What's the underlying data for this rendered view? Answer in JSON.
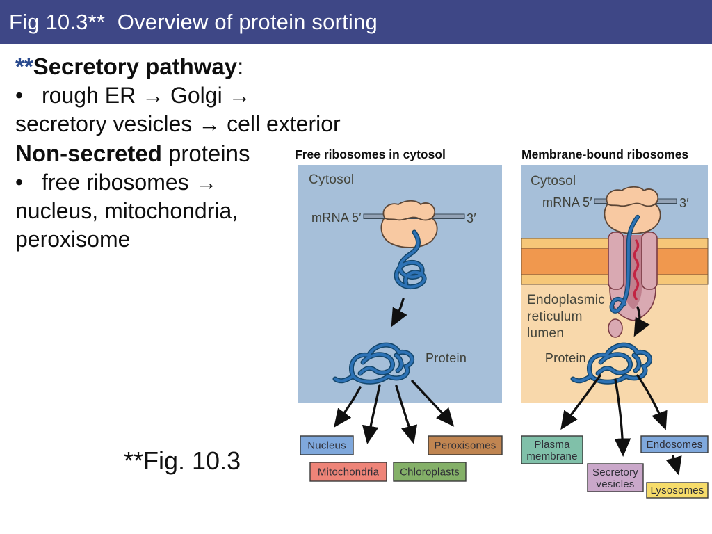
{
  "title_bar": {
    "text": "Fig 10.3**  Overview of protein sorting"
  },
  "body_text": {
    "bullet": "•",
    "line1": {
      "stars": "**",
      "bold": "Secretory pathway",
      "tail": ":"
    },
    "line2": "rough ER → Golgi →",
    "line3": "secretory vesicles → cell exterior",
    "line4": {
      "bold": "Non-secreted",
      "tail": " proteins"
    },
    "line5": "free ribosomes →",
    "line6": "nucleus, mitochondria,",
    "line7": "peroxisome",
    "caption": "**Fig. 10.3"
  },
  "left_panel": {
    "title": "Free ribosomes in cytosol",
    "cytosol_label": "Cytosol",
    "mrna_label": "mRNA",
    "five_prime": "5′",
    "three_prime": "3′",
    "protein_label": "Protein",
    "boxes": {
      "nucleus": "Nucleus",
      "mitochondria": "Mitochondria",
      "chloroplasts": "Chloroplasts",
      "peroxisomes": "Peroxisomes"
    }
  },
  "right_panel": {
    "title": "Membrane-bound ribosomes",
    "cytosol_label": "Cytosol",
    "mrna_label": "mRNA",
    "five_prime": "5′",
    "three_prime": "3′",
    "er_lumen_line1": "Endoplasmic",
    "er_lumen_line2": "reticulum",
    "er_lumen_line3": "lumen",
    "protein_label": "Protein",
    "boxes": {
      "plasma_membrane_line1": "Plasma",
      "plasma_membrane_line2": "membrane",
      "secretory_line1": "Secretory",
      "secretory_line2": "vesicles",
      "endosomes": "Endosomes",
      "lysosomes": "Lysosomes"
    }
  },
  "colors": {
    "title_bar_bg": "#3E4786",
    "stars_blue": "#2B4B8F",
    "cytosol_blue": "#A6BFD9",
    "membrane_outer": "#F6C778",
    "membrane_core": "#F0984E",
    "er_lumen_peach": "#F8D8AB",
    "ribosome_peach": "#F8C9A2",
    "mrna_bar": "#93A2B5",
    "protein_blue": "#2D72B5",
    "signal_red": "#C22443",
    "translocon_pink": "#D9A9B2",
    "translocon_channel": "#C0808E",
    "box_nucleus": "#7FA8DC",
    "box_mitochondria": "#EE8478",
    "box_chloroplasts": "#84B068",
    "box_peroxisomes": "#C08551",
    "box_plasma": "#80C0A9",
    "box_secretory": "#CAA8CA",
    "box_endosomes": "#7FA8DC",
    "box_lysosomes": "#F6DC6A"
  }
}
